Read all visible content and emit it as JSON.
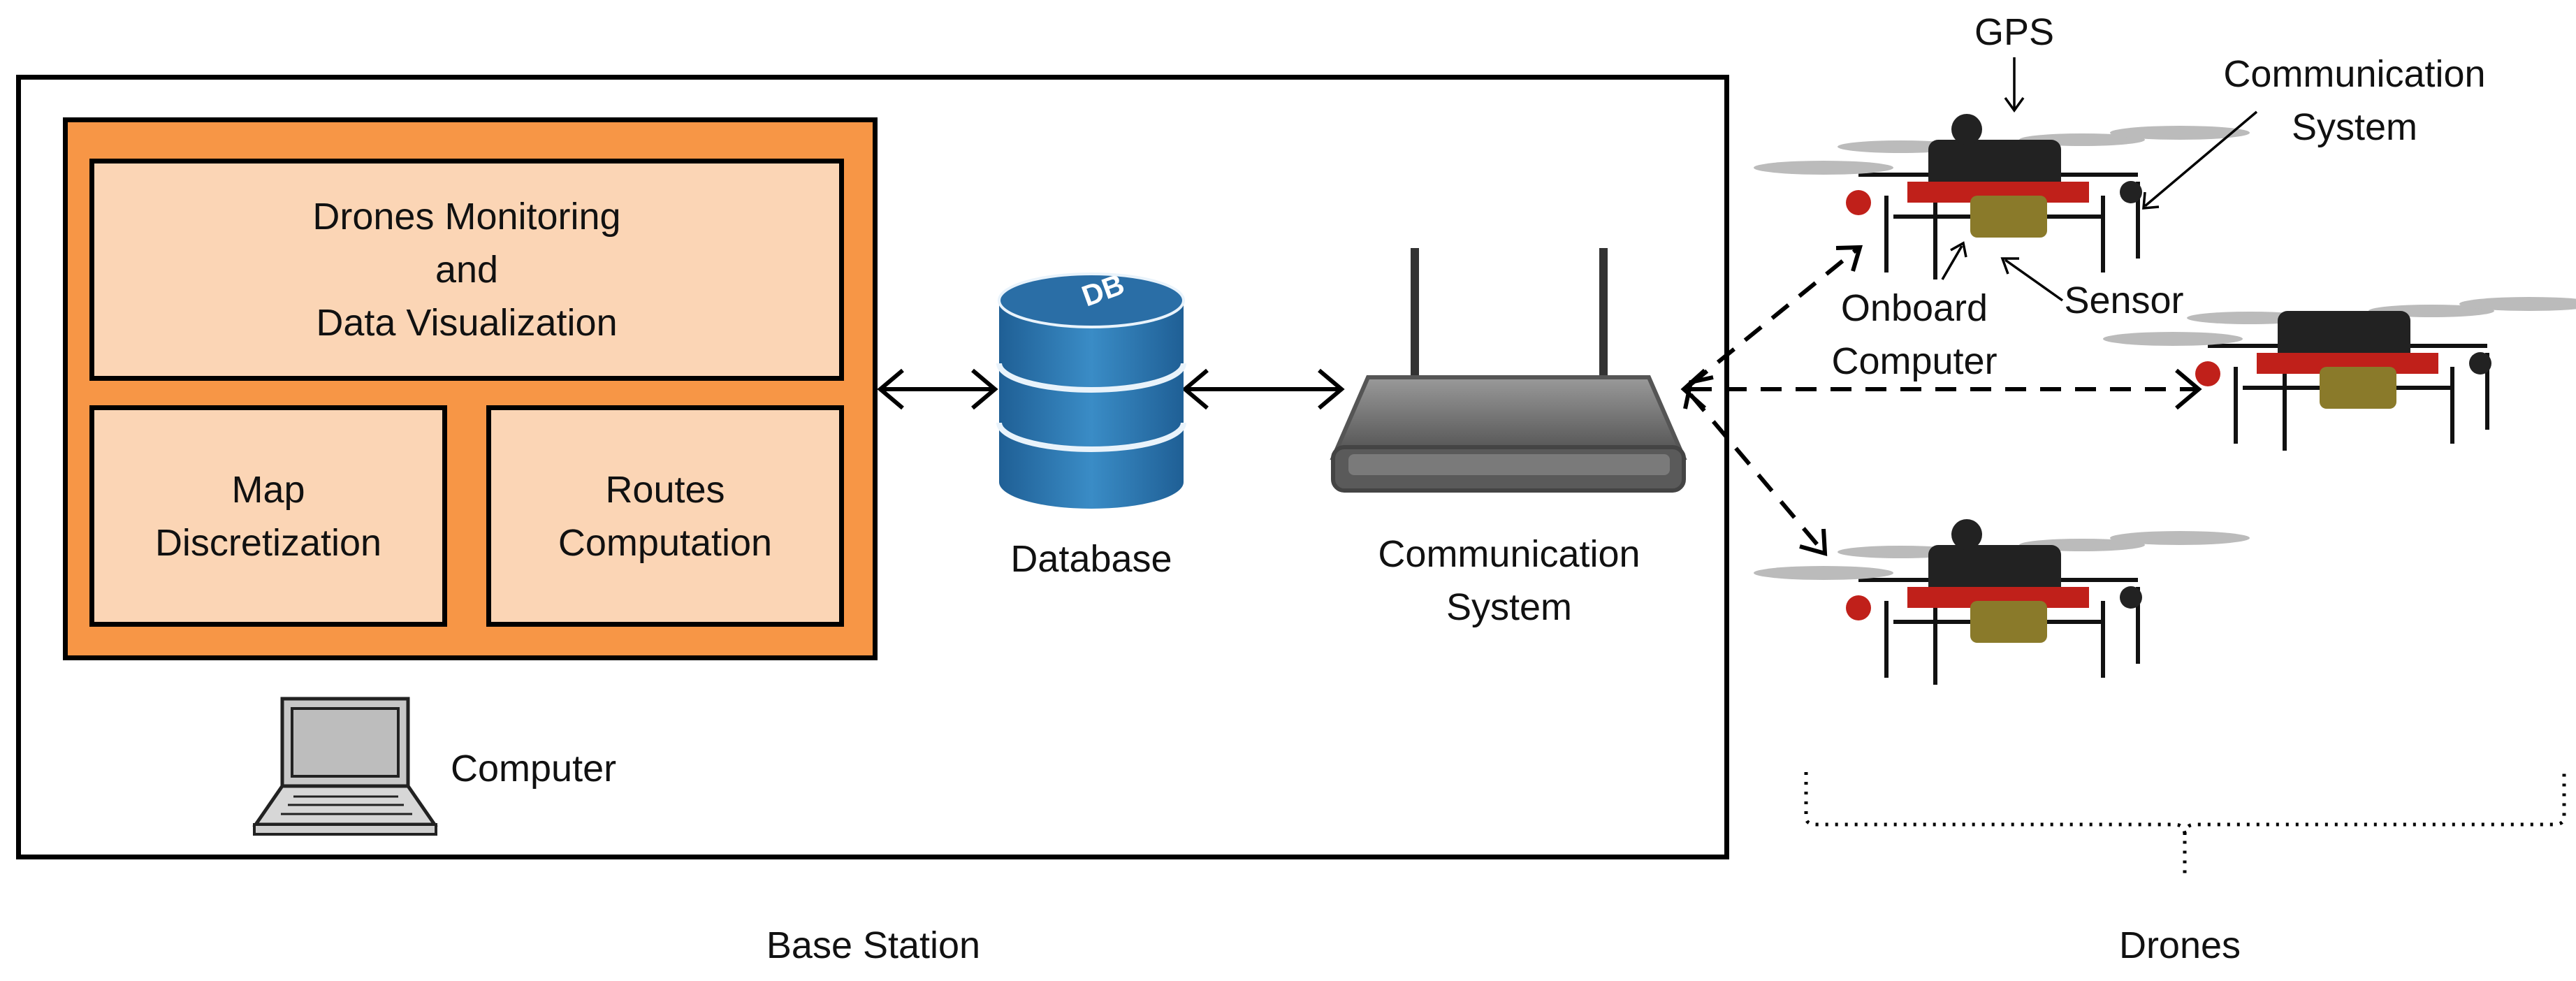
{
  "base_station": {
    "label": "Base Station",
    "software": {
      "monitoring": [
        "Drones Monitoring",
        "and",
        "Data Visualization"
      ],
      "map": [
        "Map",
        "Discretization"
      ],
      "routes": [
        "Routes",
        "Computation"
      ]
    },
    "computer_label": "Computer",
    "database_label": "Database",
    "database_icon_text": "DB",
    "comm_label": [
      "Communication",
      "System"
    ]
  },
  "drones": {
    "label": "Drones",
    "annotations": {
      "gps": "GPS",
      "comm": [
        "Communication",
        "System"
      ],
      "onboard": [
        "Onboard",
        "Computer"
      ],
      "sensor": "Sensor"
    }
  },
  "colors": {
    "orange_panel": "#F79646",
    "light_box": "#FBD5B5",
    "db_blue": "#2E75B6",
    "router_gray": "#6d6d6d",
    "drone_red": "#c0201a"
  }
}
